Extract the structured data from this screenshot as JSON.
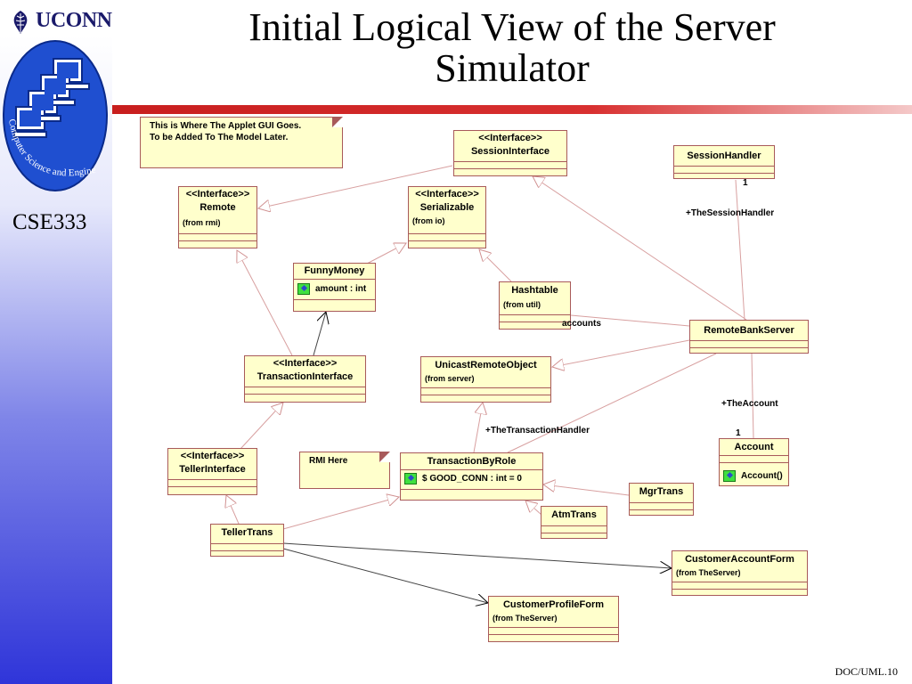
{
  "brand": {
    "university": "UCONN",
    "department": "Computer Science and Engineering",
    "course": "CSE333"
  },
  "slide": {
    "title_line1": "Initial Logical View of the Server",
    "title_line2": "Simulator",
    "footer": "DOC/UML.10"
  },
  "colors": {
    "accent_rule": "#c81e1e",
    "box_fill": "#ffffcc",
    "box_border": "#a85a5a",
    "sidebar_blue": "#2f35d9"
  },
  "notes": {
    "applet": "This is Where The Applet GUI Goes.\nTo be Added To The Model Later.",
    "rmi": "RMI Here"
  },
  "classes": {
    "session_interface": {
      "stereotype": "<<Interface>>",
      "name": "SessionInterface"
    },
    "session_handler": {
      "name": "SessionHandler"
    },
    "remote": {
      "stereotype": "<<Interface>>",
      "name": "Remote",
      "from": "(from rmi)"
    },
    "serializable": {
      "stereotype": "<<Interface>>",
      "name": "Serializable",
      "from": "(from io)"
    },
    "funny_money": {
      "name": "FunnyMoney",
      "attribute": "amount : int"
    },
    "hashtable": {
      "name": "Hashtable",
      "from": "(from util)"
    },
    "remote_bank_server": {
      "name": "RemoteBankServer"
    },
    "transaction_interface": {
      "stereotype": "<<Interface>>",
      "name": "TransactionInterface"
    },
    "unicast_remote_object": {
      "name": "UnicastRemoteObject",
      "from": "(from server)"
    },
    "teller_interface": {
      "stereotype": "<<Interface>>",
      "name": "TellerInterface"
    },
    "transaction_by_role": {
      "name": "TransactionByRole",
      "attribute": "$ GOOD_CONN : int = 0"
    },
    "mgr_trans": {
      "name": "MgrTrans"
    },
    "atm_trans": {
      "name": "AtmTrans"
    },
    "account": {
      "name": "Account",
      "operation": "Account()"
    },
    "teller_trans": {
      "name": "TellerTrans"
    },
    "customer_account_form": {
      "name": "CustomerAccountForm",
      "from": "(from TheServer)"
    },
    "customer_profile_form": {
      "name": "CustomerProfileForm",
      "from": "(from TheServer)"
    }
  },
  "labels": {
    "session_mult": "1",
    "the_session_handler": "+TheSessionHandler",
    "accounts": "accounts",
    "the_account": "+TheAccount",
    "account_mult": "1",
    "the_transaction_handler": "+TheTransactionHandler"
  }
}
